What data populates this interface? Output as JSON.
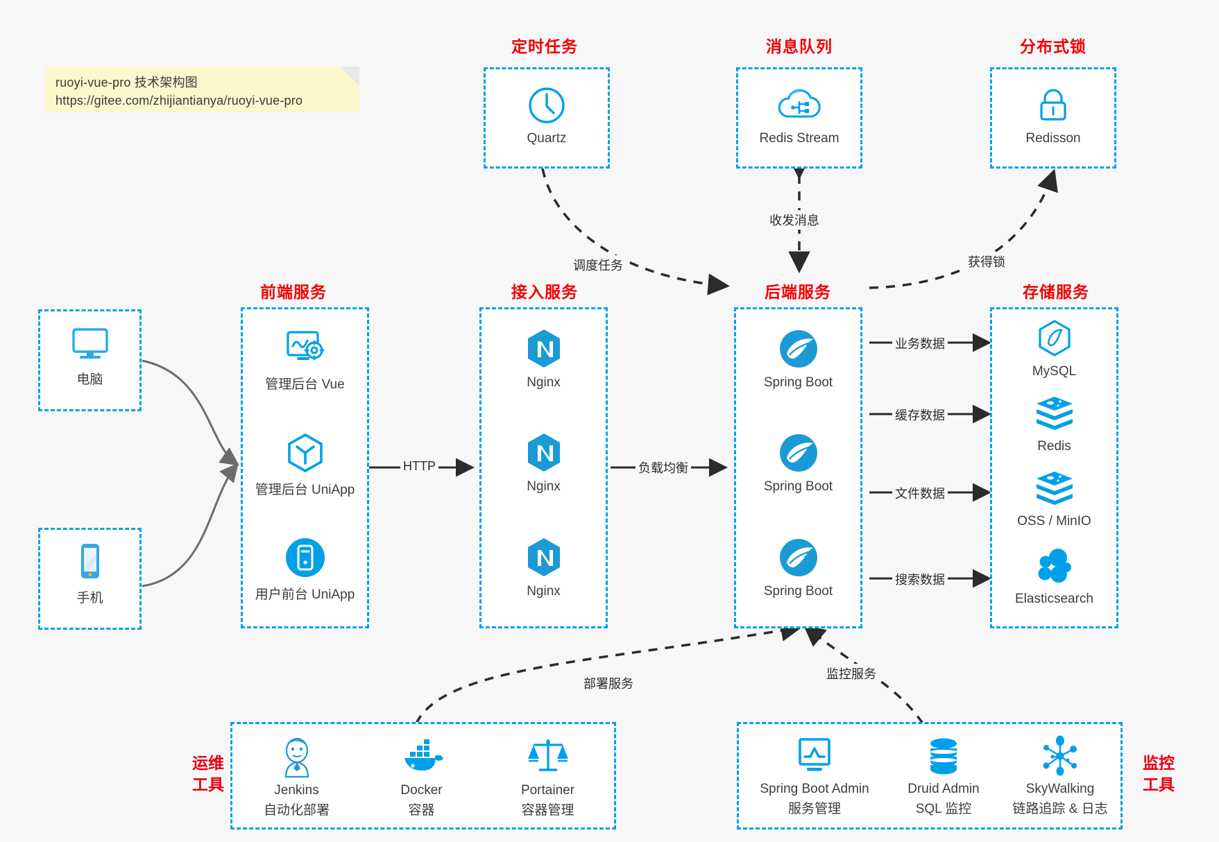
{
  "meta": {
    "accent_blue": "#00A0E9",
    "title_red": "#f40000",
    "background": "#f7f7f7",
    "note_background": "#fbf8cc"
  },
  "note": {
    "line1": "ruoyi-vue-pro 技术架构图",
    "line2": "https://gitee.com/zhijiantianya/ruoyi-vue-pro"
  },
  "groups": {
    "scheduler": {
      "title": "定时任务",
      "nodes": [
        {
          "label": "Quartz",
          "icon": "clock-icon"
        }
      ]
    },
    "mq": {
      "title": "消息队列",
      "nodes": [
        {
          "label": "Redis Stream",
          "icon": "cloud-stream-icon"
        }
      ]
    },
    "lock": {
      "title": "分布式锁",
      "nodes": [
        {
          "label": "Redisson",
          "icon": "lock-icon"
        }
      ]
    },
    "clients": {
      "nodes": [
        {
          "label": "电脑",
          "icon": "desktop-icon"
        },
        {
          "label": "手机",
          "icon": "mobile-icon"
        }
      ]
    },
    "frontend": {
      "title": "前端服务",
      "nodes": [
        {
          "label": "管理后台 Vue",
          "icon": "dashboard-gear-icon"
        },
        {
          "label": "管理后台 UniApp",
          "icon": "hexagon-cube-icon"
        },
        {
          "label": "用户前台 UniApp",
          "icon": "app-circle-icon"
        }
      ]
    },
    "gateway": {
      "title": "接入服务",
      "nodes": [
        {
          "label": "Nginx",
          "icon": "nginx-icon"
        },
        {
          "label": "Nginx",
          "icon": "nginx-icon"
        },
        {
          "label": "Nginx",
          "icon": "nginx-icon"
        }
      ]
    },
    "backend": {
      "title": "后端服务",
      "nodes": [
        {
          "label": "Spring Boot",
          "icon": "spring-boot-icon"
        },
        {
          "label": "Spring Boot",
          "icon": "spring-boot-icon"
        },
        {
          "label": "Spring Boot",
          "icon": "spring-boot-icon"
        }
      ]
    },
    "storage": {
      "title": "存储服务",
      "nodes": [
        {
          "label": "MySQL",
          "icon": "mysql-icon"
        },
        {
          "label": "Redis",
          "icon": "redis-stack-icon"
        },
        {
          "label": "OSS / MinIO",
          "icon": "oss-stack-icon"
        },
        {
          "label": "Elasticsearch",
          "icon": "elasticsearch-icon"
        }
      ]
    },
    "devops": {
      "title": "运维\n工具",
      "title_line1": "运维",
      "title_line2": "工具",
      "nodes": [
        {
          "label": "Jenkins",
          "sub": "自动化部署",
          "icon": "jenkins-icon"
        },
        {
          "label": "Docker",
          "sub": "容器",
          "icon": "docker-icon"
        },
        {
          "label": "Portainer",
          "sub": "容器管理",
          "icon": "scales-icon"
        }
      ]
    },
    "monitor": {
      "title_line1": "监控",
      "title_line2": "工具",
      "nodes": [
        {
          "label": "Spring Boot Admin",
          "sub": "服务管理",
          "icon": "monitor-chart-icon"
        },
        {
          "label": "Druid Admin",
          "sub": "SQL 监控",
          "icon": "database-icon"
        },
        {
          "label": "SkyWalking",
          "sub": "链路追踪 & 日志",
          "icon": "skywalking-icon"
        }
      ]
    }
  },
  "edges": [
    {
      "id": "edge-http",
      "label": "HTTP",
      "from": "frontend",
      "to": "gateway"
    },
    {
      "id": "edge-lb",
      "label": "负载均衡",
      "from": "gateway",
      "to": "backend"
    },
    {
      "id": "edge-schedule",
      "label": "调度任务",
      "from": "scheduler",
      "to": "backend"
    },
    {
      "id": "edge-message",
      "label": "收发消息",
      "from": "mq",
      "to": "backend"
    },
    {
      "id": "edge-lock",
      "label": "获得锁",
      "from": "backend",
      "to": "lock"
    },
    {
      "id": "edge-business-data",
      "label": "业务数据",
      "from": "backend",
      "to": "MySQL"
    },
    {
      "id": "edge-cache-data",
      "label": "缓存数据",
      "from": "backend",
      "to": "Redis"
    },
    {
      "id": "edge-file-data",
      "label": "文件数据",
      "from": "backend",
      "to": "OSS / MinIO"
    },
    {
      "id": "edge-search-data",
      "label": "搜索数据",
      "from": "backend",
      "to": "Elasticsearch"
    },
    {
      "id": "edge-deploy",
      "label": "部署服务",
      "from": "devops",
      "to": "backend"
    },
    {
      "id": "edge-monitor",
      "label": "监控服务",
      "from": "monitor",
      "to": "backend"
    }
  ]
}
